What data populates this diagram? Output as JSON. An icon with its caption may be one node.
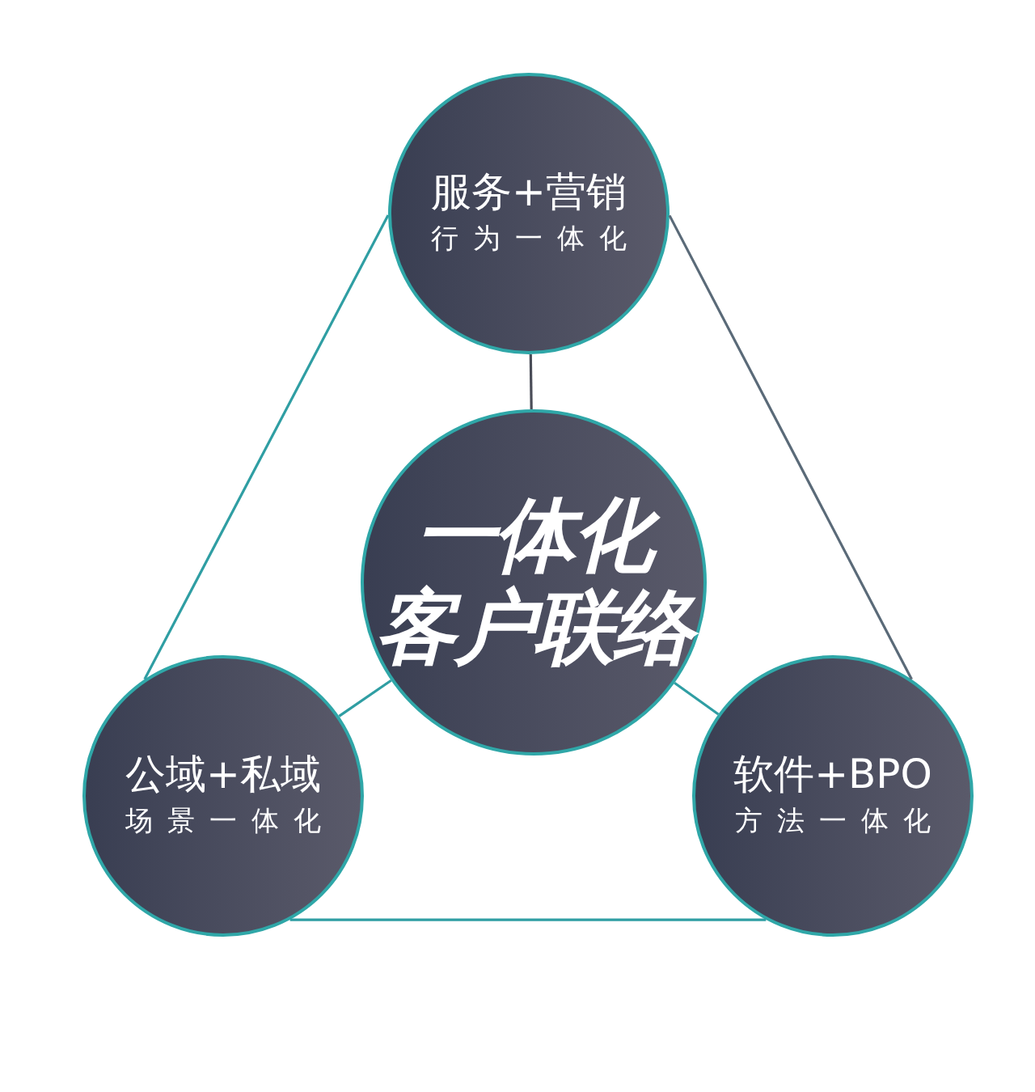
{
  "diagram": {
    "nodes": [
      {
        "text": [
          "服务+营销",
          "行为一体化"
        ]
      },
      {
        "text": [
          "一体化",
          "客户联络"
        ]
      },
      {
        "text": [
          "公域+私域",
          "场景一体化"
        ]
      },
      {
        "text": [
          "软件+BPO",
          "方法一体化"
        ]
      }
    ],
    "edges": [
      {
        "from": 0,
        "to": 1,
        "arrow": "none",
        "color": "#4a4d58"
      },
      {
        "from": 1,
        "to": 2,
        "arrow": "none"
      },
      {
        "from": 1,
        "to": 3,
        "arrow": "none"
      },
      {
        "from": 0,
        "to": 2,
        "arrow": "none"
      },
      {
        "from": 0,
        "to": 3,
        "arrow": "none",
        "color": "#5a6a78"
      },
      {
        "from": 2,
        "to": 3,
        "arrow": "none"
      }
    ]
  }
}
